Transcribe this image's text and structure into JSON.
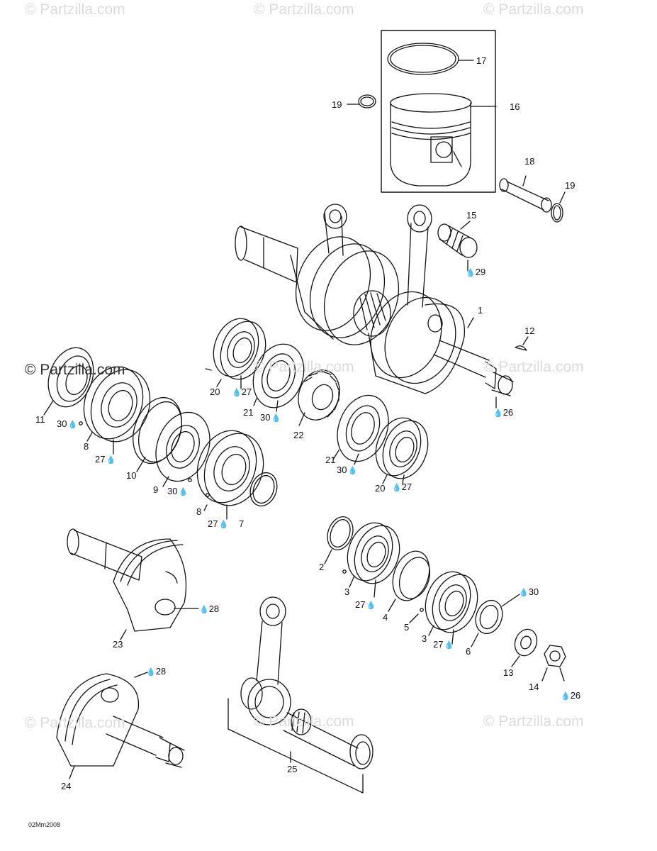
{
  "watermarks": [
    {
      "id": "wm-1",
      "text": "© Partzilla.com"
    },
    {
      "id": "wm-2",
      "text": "© Partzilla.com"
    },
    {
      "id": "wm-3",
      "text": "© Partzilla.com"
    },
    {
      "id": "wm-4",
      "text": "© Partzilla.com"
    },
    {
      "id": "wm-5",
      "text": "© Partzilla.com"
    },
    {
      "id": "wm-6",
      "text": "© Partzilla.com"
    },
    {
      "id": "wm-7",
      "text": "© Partzilla.com"
    },
    {
      "id": "wm-8",
      "text": "© Partzilla.com"
    },
    {
      "id": "wm-9",
      "text": "© Partzilla.com"
    }
  ],
  "drawing_code": "02Mm2008",
  "callouts": {
    "c1": "1",
    "c2": "2",
    "c3a": "3",
    "c3b": "3",
    "c4": "4",
    "c5": "5",
    "c6": "6",
    "c7": "7",
    "c8a": "8",
    "c8b": "8",
    "c9": "9",
    "c10": "10",
    "c11": "11",
    "c12": "12",
    "c13": "13",
    "c14": "14",
    "c15": "15",
    "c16": "16",
    "c17": "17",
    "c18": "18",
    "c19a": "19",
    "c19b": "19",
    "c20a": "20",
    "c20b": "20",
    "c21a": "21",
    "c21b": "21",
    "c22": "22",
    "c23": "23",
    "c24": "24",
    "c25": "25",
    "c26a": "26",
    "c26b": "26",
    "c27a": "27",
    "c27b": "27",
    "c27c": "27",
    "c27d": "27",
    "c27e": "27",
    "c27f": "27",
    "c28a": "28",
    "c28b": "28",
    "c29": "29",
    "c30a": "30",
    "c30b": "30",
    "c30c": "30",
    "c30d": "30",
    "c30e": "30"
  },
  "lubricant_symbol": "drop-icon"
}
